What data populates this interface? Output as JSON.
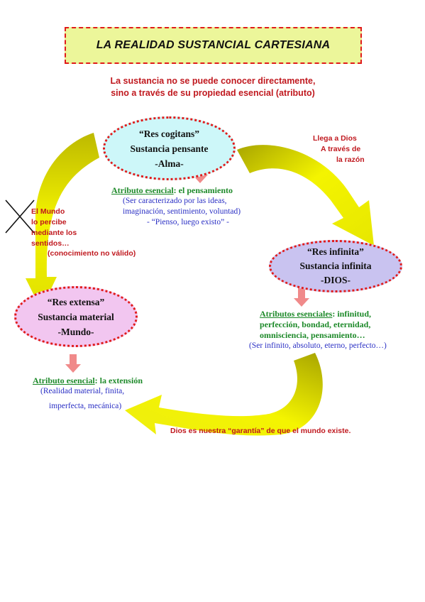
{
  "title": "LA REALIDAD SUSTANCIAL CARTESIANA",
  "subtitle": {
    "line1": "La sustancia no se puede conocer directamente,",
    "line2": "sino a través de su propiedad esencial (atributo)"
  },
  "cogitans": {
    "name": "“Res cogitans”",
    "type": "Sustancia pensante",
    "alias": "-Alma-",
    "attr_label": "Atributo esencial",
    "attr_value": ": el pensamiento",
    "desc1": "(Ser caracterizado por las ideas,",
    "desc2": "imaginación, sentimiento, voluntad)",
    "desc3": "- “Pienso, luego existo” -"
  },
  "infinita": {
    "name": "“Res infinita”",
    "type": "Sustancia infinita",
    "alias": "-DIOS-",
    "attr_label": "Atributos esenciales",
    "attr_value": ": infinitud,",
    "line2": "perfección, bondad, eternidad,",
    "line3": "omnisciencia, pensamiento…",
    "desc": "(Ser infinito, absoluto, eterno, perfecto…)"
  },
  "extensa": {
    "name": "“Res extensa”",
    "type": "Sustancia material",
    "alias": "-Mundo-",
    "attr_label": "Atributo esencial",
    "attr_value": ": la extensión",
    "desc1": "(Realidad material, finita,",
    "desc2": "imperfecta, mecánica)"
  },
  "notes": {
    "dios1": "Llega a Dios",
    "dios2": "A través de",
    "dios3": "la razón",
    "mundo1": "El Mundo",
    "mundo2": "lo percibe",
    "mundo3": "mediante los",
    "mundo4": "sentidos…",
    "invalid": "(conocimiento no válido)",
    "garantia": "Dios es nuestra “garantía” de que el mundo existe."
  },
  "colors": {
    "arrow_yellow": "#f2f200",
    "arrow_olive": "#b9b600",
    "cogitans_fill": "#cdf7f9",
    "infinita_fill": "#c9c3f0",
    "extensa_fill": "#f2c6f0",
    "pink_arrow": "#f08a8a"
  }
}
